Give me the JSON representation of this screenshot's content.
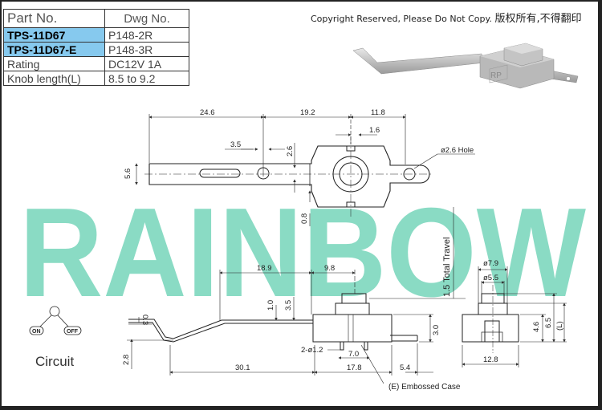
{
  "spec_table": {
    "header": {
      "part_no": "Part  No.",
      "dwg_no": "Dwg No."
    },
    "rows": [
      {
        "label": "TPS-11D67",
        "value": "P148-2R"
      },
      {
        "label": "TPS-11D67-E",
        "value": "P148-3R"
      },
      {
        "label": "Rating",
        "value": "DC12V  1A"
      },
      {
        "label": "Knob  length(L)",
        "value": "8.5  to  9.2"
      }
    ]
  },
  "copyright": {
    "en": "Copyright Reserved, Please Do Not Copy.",
    "cn": "版权所有,不得翻印"
  },
  "watermark": {
    "text": "RAINBOW",
    "color": "#80d8bf"
  },
  "product_mark": "RP",
  "circuit": {
    "label": "Circuit",
    "on": "ON",
    "off": "OFF"
  },
  "top_view": {
    "d_24_6": "24.6",
    "d_19_2": "19.2",
    "d_11_8": "11.8",
    "d_1_6": "1.6",
    "d_3_5": "3.5",
    "d_2_6": "2.6",
    "d_5_6": "5.6",
    "d_0_8": "0.8",
    "hole": "ø2.6 Hole"
  },
  "side_view": {
    "d_18_9": "18.9",
    "d_9_8": "9.8",
    "d_1_0": "1.0",
    "d_3_5": "3.5",
    "d_0_3": "0.3",
    "d_2_8": "2.8",
    "d_30_1": "30.1",
    "d_17_8": "17.8",
    "d_5_4": "5.4",
    "d_3_0": "3.0",
    "d_2_phi": "2-ø1.2",
    "d_7_0": "7.0",
    "travel": "1.5 Total Travel",
    "embossed": "(E) Embossed Case"
  },
  "end_view": {
    "d_7_9": "ø7.9",
    "d_5_5": "ø5.5",
    "d_4_6": "4.6",
    "d_6_5": "6.5",
    "d_L": "(L)",
    "d_12_8": "12.8"
  },
  "colors": {
    "highlight": "#86c9ee",
    "line": "#222222"
  }
}
